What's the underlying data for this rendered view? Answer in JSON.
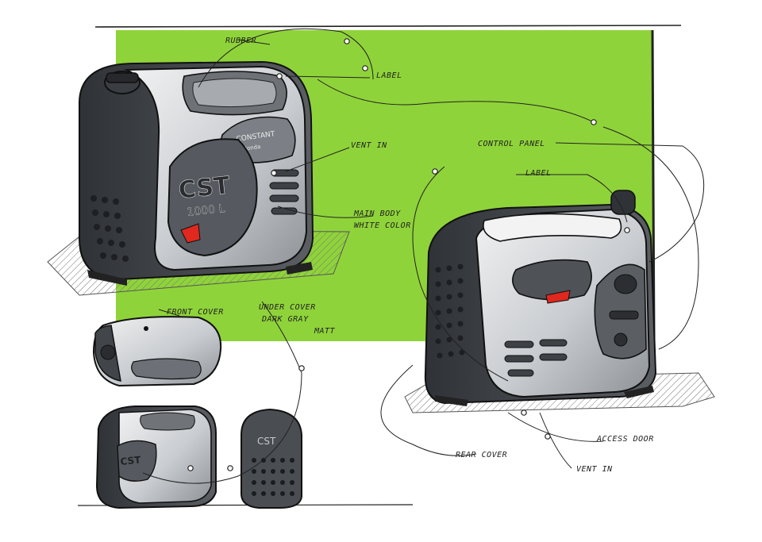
{
  "callouts": {
    "rubber": "RUBBER",
    "label_top": "LABEL",
    "vent_in_top": "VENT IN",
    "main_body_line1": "MAIN BODY",
    "main_body_line2": "WHITE COLOR",
    "front_cover": "FRONT COVER",
    "under_cover_line1": "UNDER COVER",
    "under_cover_line2": "DARK GRAY",
    "under_cover_line3": "MATT",
    "control_panel": "CONTROL PANEL",
    "label_right": "LABEL",
    "access_door": "ACCESS DOOR",
    "rear_cover": "REAR COVER",
    "vent_in_bottom": "VENT IN"
  },
  "product_text": {
    "brand": "CST",
    "model": "1000 L",
    "panel_label": "CONSTANT",
    "panel_sub": "Honda",
    "side_brand": "CST",
    "rear_brand": "CST"
  },
  "colors": {
    "backdrop": "#8fd33a",
    "body_light": "#d6d9dc",
    "body_dark": "#4a4d52",
    "accent": "#e0281e",
    "ground_hatch": "#b9b9b9"
  }
}
